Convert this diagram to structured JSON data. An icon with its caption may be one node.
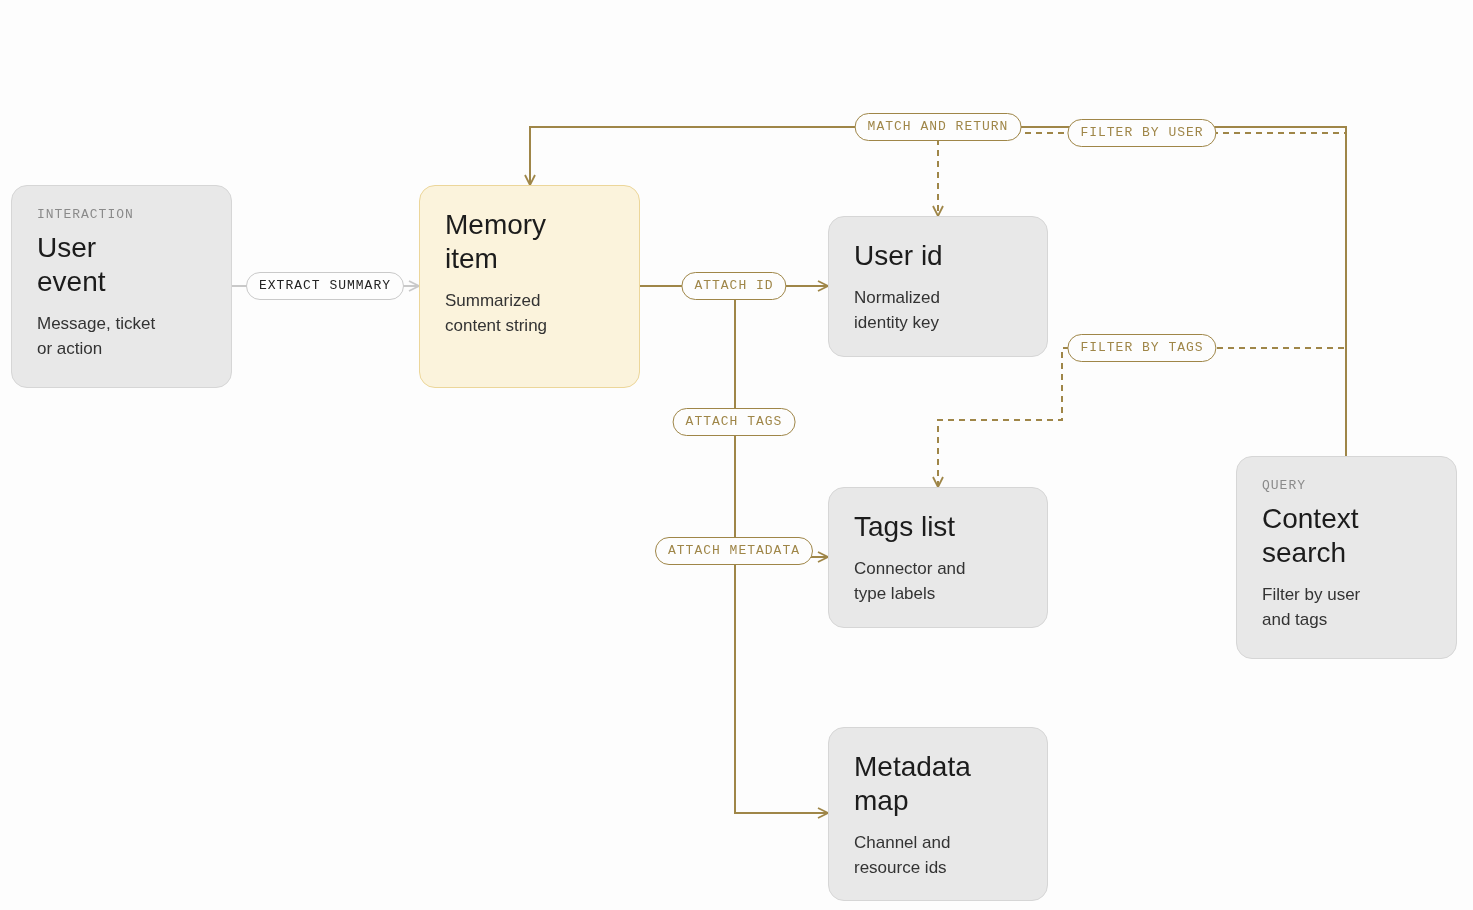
{
  "diagram": {
    "nodes": [
      {
        "text": [
          "INTERACTION",
          "User event",
          "Message, ticket or action"
        ]
      },
      {
        "text": [
          "Memory item",
          "Summarized content string"
        ]
      },
      {
        "text": [
          "User id",
          "Normalized identity key"
        ]
      },
      {
        "text": [
          "Tags list",
          "Connector and type labels"
        ]
      },
      {
        "text": [
          "Metadata map",
          "Channel and resource ids"
        ]
      },
      {
        "text": [
          "QUERY",
          "Context search",
          "Filter by user and tags"
        ]
      }
    ],
    "edges": [
      {
        "from": 0,
        "to": 1,
        "arrow": "to",
        "label": "EXTRACT SUMMARY",
        "color": "#c9c9c9"
      },
      {
        "from": 1,
        "to": 2,
        "arrow": "to",
        "label": "ATTACH ID"
      },
      {
        "from": 1,
        "to": 3,
        "arrow": "to",
        "label": "ATTACH TAGS"
      },
      {
        "from": 1,
        "to": 4,
        "arrow": "to",
        "label": "ATTACH METADATA"
      },
      {
        "from": 5,
        "to": 1,
        "arrow": "to",
        "label": "MATCH AND RETURN"
      },
      {
        "from": 5,
        "to": 2,
        "arrow": "to",
        "label": "FILTER BY USER",
        "style": "dashed"
      },
      {
        "from": 5,
        "to": 3,
        "arrow": "to",
        "label": "FILTER BY TAGS",
        "style": "dashed"
      }
    ]
  }
}
